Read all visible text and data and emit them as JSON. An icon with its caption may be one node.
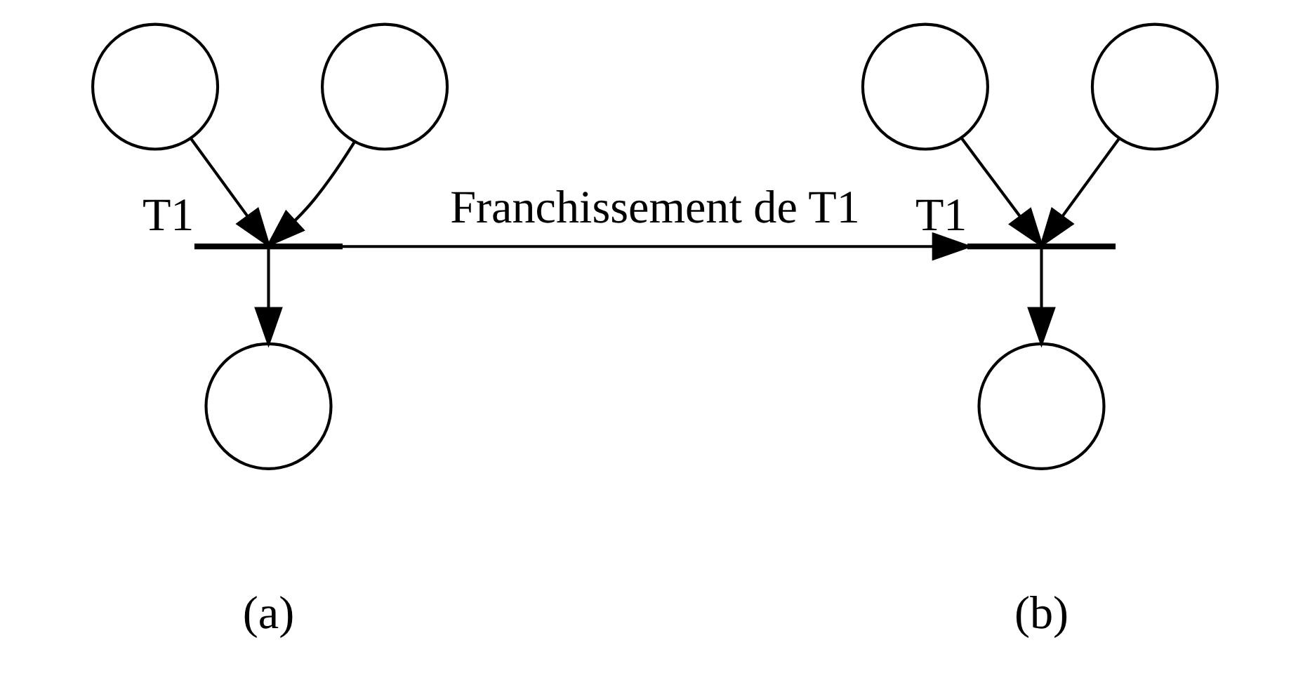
{
  "diagram": {
    "nodes": [
      {
        "text": [],
        "shape": "circle"
      },
      {
        "text": [],
        "shape": "circle"
      },
      {
        "text": [],
        "shape": "bar",
        "beside": [
          "T1"
        ]
      },
      {
        "text": [],
        "shape": "circle"
      },
      {
        "text": [],
        "shape": "circle"
      },
      {
        "text": [],
        "shape": "circle"
      },
      {
        "text": [],
        "shape": "bar",
        "beside": [
          "T1"
        ]
      },
      {
        "text": [],
        "shape": "circle"
      }
    ],
    "edges": [
      {
        "from": 0,
        "to": 2,
        "arrow": "to"
      },
      {
        "from": 1,
        "to": 2,
        "arrow": "to"
      },
      {
        "from": 2,
        "to": 3,
        "arrow": "to"
      },
      {
        "from": 2,
        "to": 6,
        "arrow": "to",
        "label": "Franchissement de T1"
      },
      {
        "from": 4,
        "to": 6,
        "arrow": "to"
      },
      {
        "from": 5,
        "to": 6,
        "arrow": "to"
      },
      {
        "from": 6,
        "to": 7,
        "arrow": "to"
      }
    ],
    "labels": [
      "(a)",
      "(b)"
    ]
  }
}
